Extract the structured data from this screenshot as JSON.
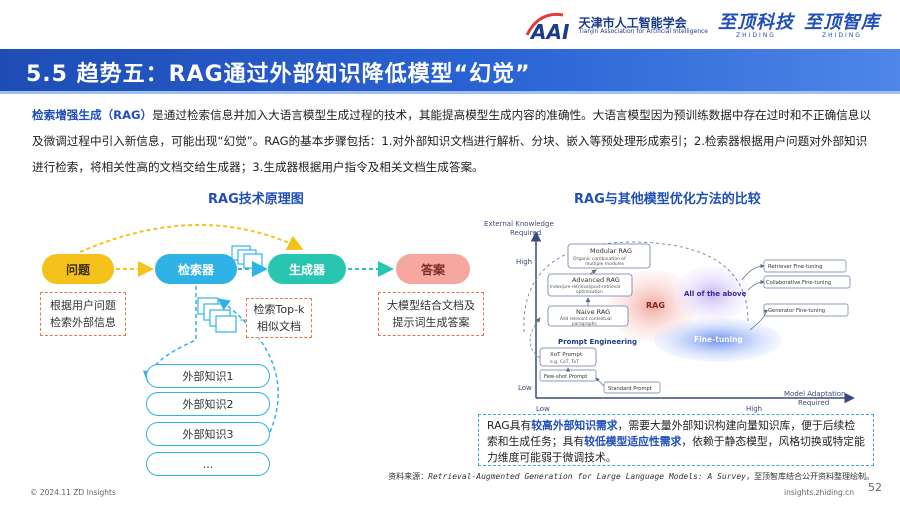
{
  "header": {
    "tai_logo_text_cn": "天津市人工智能学会",
    "tai_logo_text_en": "Tianjin Association for Artificial Intelligence",
    "brand1_cn": "至顶科技",
    "brand1_en": "ZHIDING",
    "brand2_cn": "至顶智库",
    "brand2_en": "ZHIDING"
  },
  "title": "5.5 趋势五：RAG通过外部知识降低模型“幻觉”",
  "intro": {
    "highlight": "检索增强生成（RAG）",
    "text": "是通过检索信息并加入大语言模型生成过程的技术，其能提高模型生成内容的准确性。大语言模型因为预训练数据中存在过时和不正确信息以及微调过程中引入新信息，可能出现“幻觉”。RAG的基本步骤包括：1.对外部知识文档进行解析、分块、嵌入等预处理形成索引；2.检索器根据用户问题对外部知识进行检索，将相关性高的文档交给生成器；3.生成器根据用户指令及相关文档生成答案。"
  },
  "left_section": {
    "title": "RAG技术原理图",
    "nodes": {
      "question": "问题",
      "retriever": "检索器",
      "generator": "生成器",
      "answer": "答案"
    },
    "notes": {
      "question_line1": "根据用户问题",
      "question_line2": "检索外部信息",
      "topk_line1": "检索Top-k",
      "topk_line2": "相似文档",
      "answer_line1": "大模型结合文档及",
      "answer_line2": "提示词生成答案"
    },
    "knowledge": [
      "外部知识1",
      "外部知识2",
      "外部知识3",
      "..."
    ]
  },
  "right_section": {
    "title": "RAG与其他模型优化方法的比较",
    "figure": {
      "y_axis_title_line1": "External Knowledge",
      "y_axis_title_line2": "Required",
      "x_axis_title_line1": "Model Adaptation",
      "x_axis_title_line2": "Required",
      "y_high": "High",
      "y_low": "Low",
      "x_low": "Low",
      "x_high": "High",
      "modular_rag": "Modular RAG",
      "modular_rag_sub1": "Organic combination of",
      "modular_rag_sub2": "multiple modules",
      "advanced_rag": "Advanced RAG",
      "advanced_rag_sub1": "Index/pre-retrieval/post-retrieval",
      "advanced_rag_sub2": "optimization",
      "naive_rag": "Naive RAG",
      "naive_rag_sub1": "Add relevant contextual",
      "naive_rag_sub2": "paragraphs",
      "rag": "RAG",
      "all_above": "All of the above",
      "retriever_ft": "Retriever Fine-tuning",
      "collab_ft": "Collaborative Fine-tuning",
      "generator_ft": "Generator Fine-tuning",
      "prompt_eng": "Prompt Engineering",
      "fine_tuning": "Fine-tuning",
      "xot": "XoT Prompt",
      "xot_sub": "e.g. CoT, ToT",
      "few_shot": "Few-shot Prompt",
      "standard": "Standard Prompt"
    },
    "note": {
      "p1": "RAG具有",
      "h1": "较高外部知识需求",
      "p2": "，需要大量外部知识构建向量知识库，便于后续检索和生成任务；具有",
      "h2": "较低模型适应性需求",
      "p3": "，依赖于静态模型，风格切换或特定能力维度可能弱于微调技术。"
    }
  },
  "source": {
    "prefix": "资料来源：",
    "paper": "Retrieval-Augmented Generation for Large Language Models: A Survey",
    "suffix": "，至顶智库结合公开资料整理绘制。"
  },
  "footer": {
    "left": "© 2024.11 ZD Insights",
    "right": "insights.zhiding.cn",
    "page": "52"
  },
  "colors": {
    "primary": "#1f4fb8",
    "question": "#f5c21b",
    "retriever": "#2fb3e6",
    "generator": "#28c6b0",
    "answer": "#f6a7a0",
    "dashed": "#e8734f"
  }
}
